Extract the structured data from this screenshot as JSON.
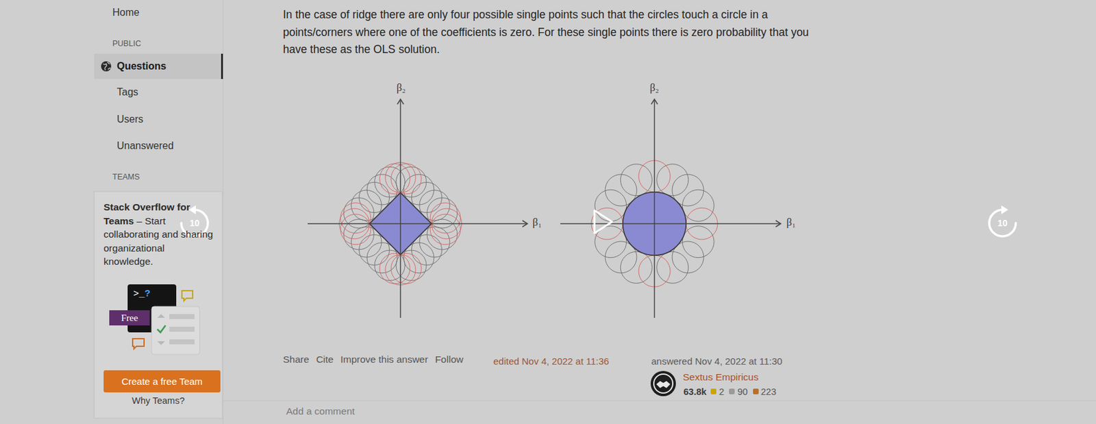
{
  "diagram": {
    "nodes": [
      {
        "text": [
          "Questions"
        ]
      },
      {
        "text": [
          "Stack Overflow for Teams",
          "– Start collaborating and sharing organizational knowledge.",
          "Why Teams?"
        ]
      },
      {
        "text": [
          ">_",
          "?"
        ],
        "in": 1
      },
      {
        "text": [
          "Free"
        ],
        "in": 1
      },
      {
        "text": [
          "Create a free Team"
        ],
        "in": 1
      }
    ],
    "labels": [
      "Home",
      "PUBLIC",
      "Tags",
      "Users",
      "Unanswered",
      "TEAMS",
      "In the case of ridge there are only four possible single points such that the circles touch a circle in a points/corners where one of the coefficients is zero. For these single points there is zero probability that you have these as the OLS solution.",
      "β₂",
      "β₂",
      "β₁",
      "β₁",
      "10",
      "10",
      "Share",
      "Cite",
      "Improve this answer",
      "Follow",
      "edited Nov 4, 2022 at 11:36",
      "answered Nov 4, 2022 at 11:30",
      "Sextus Empiricus",
      "63.8k",
      "2",
      "90",
      "223",
      "Add a comment"
    ]
  }
}
